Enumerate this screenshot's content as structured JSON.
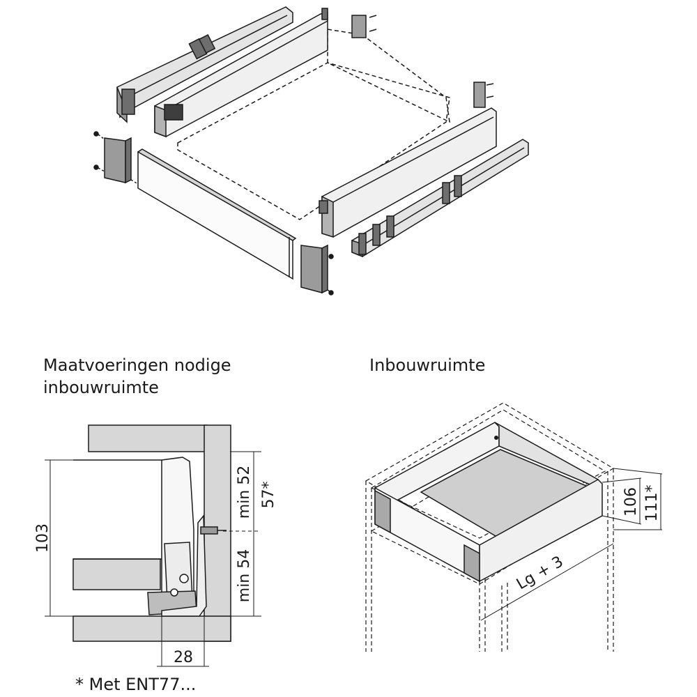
{
  "headings": {
    "dimensions": [
      "Maatvoeringen nodige",
      "inbouwruimte"
    ],
    "installation": "Inbouwruimte"
  },
  "footnote": "* Met ENT77...",
  "dimensions": {
    "total_height": "103",
    "min_upper": "min 52",
    "alt_upper": "57*",
    "min_lower": "min 54",
    "rail_depth": "28",
    "box_height": "106",
    "alt_box_height": "111*",
    "width": "Lg + 3"
  },
  "colors": {
    "line": "#1a1a1a",
    "panel": "#d7d7d7",
    "dark_panel": "#a9a9a9",
    "background": "#ffffff"
  }
}
